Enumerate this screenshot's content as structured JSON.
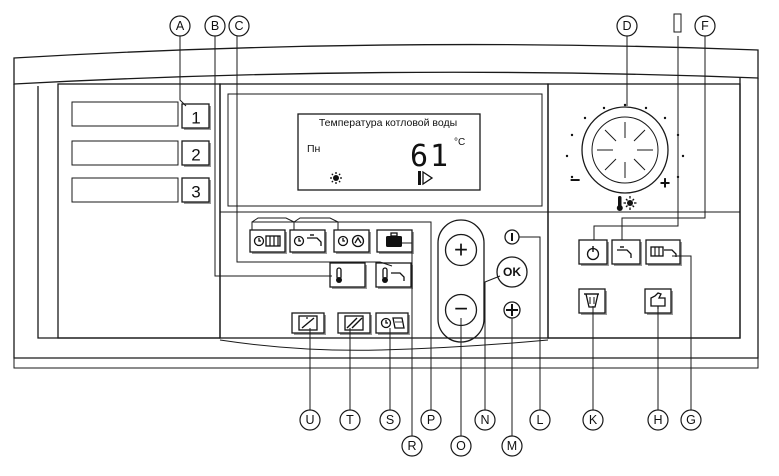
{
  "display": {
    "title": "Температура котловой воды",
    "day": "Пн",
    "value": "61",
    "unit": "°C"
  },
  "selector_keys": [
    "1",
    "2",
    "3"
  ],
  "dial": {
    "minus": "−",
    "plus": "+"
  },
  "keys": {
    "plus": "+",
    "ok": "OK",
    "minus": "−"
  },
  "callouts": [
    "A",
    "B",
    "C",
    "D",
    "F",
    "U",
    "T",
    "S",
    "P",
    "R",
    "O",
    "N",
    "M",
    "L",
    "K",
    "H",
    "G"
  ],
  "colors": {
    "line": "#1a1a1a",
    "panel_bg": "#ffffff",
    "shadow": "#9a9a9a"
  }
}
